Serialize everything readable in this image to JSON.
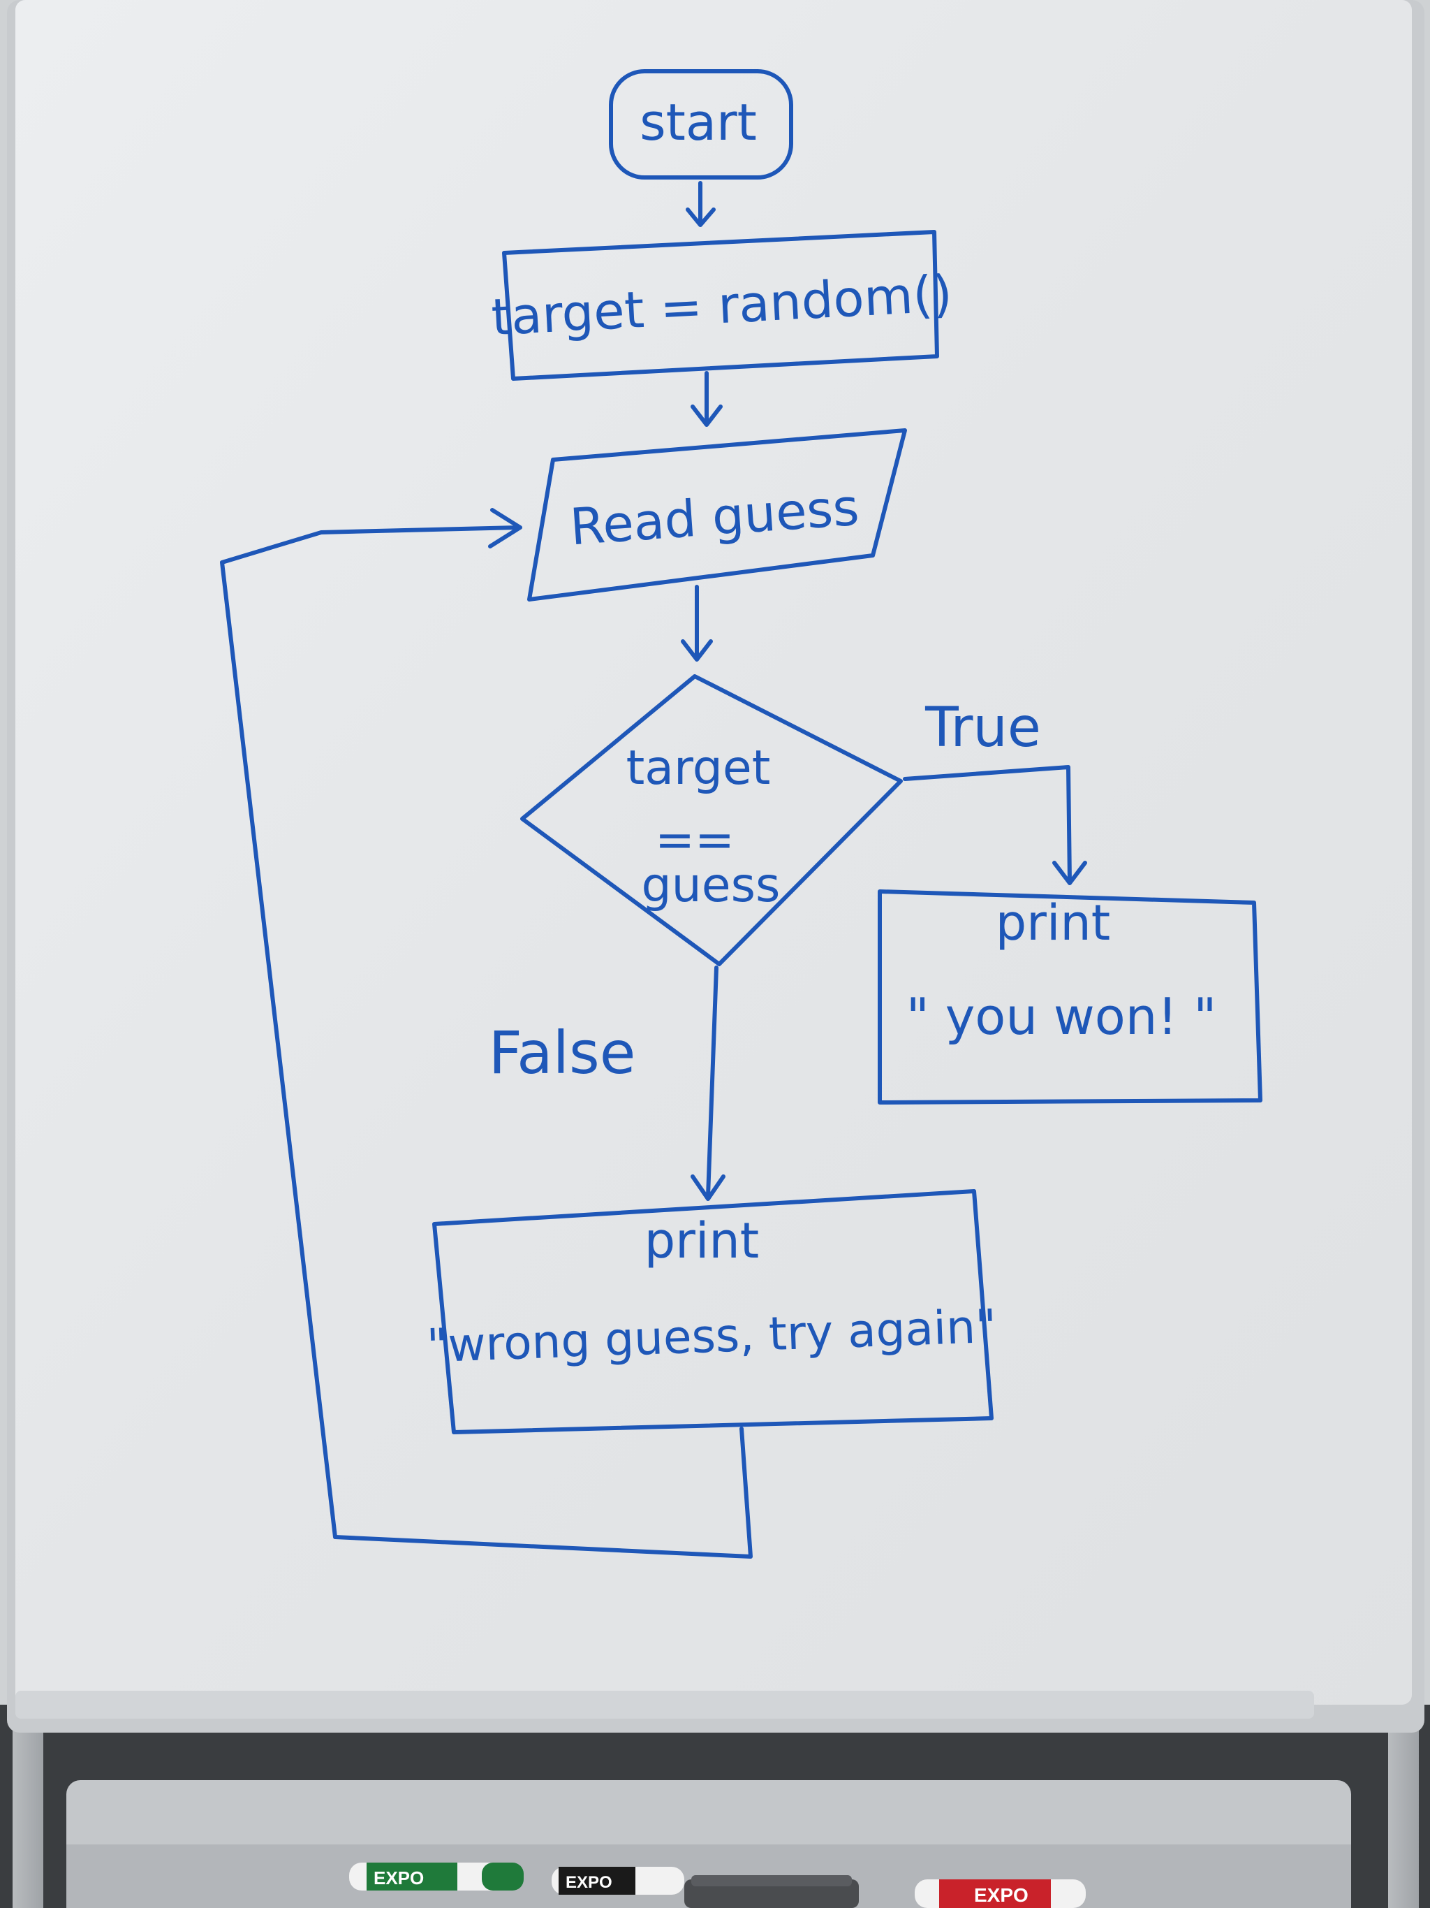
{
  "ink_color": "#1e57b8",
  "board_color": "#e6e8ea",
  "nodes": {
    "start": "start",
    "init": "target = random()",
    "read": "Read guess",
    "decision": [
      "target",
      "==",
      "guess"
    ],
    "won": [
      "print",
      "\" you won! \""
    ],
    "wrong": [
      "print",
      "\"wrong guess, try again\""
    ]
  },
  "edges": {
    "true_label": "True",
    "false_label": "False"
  },
  "markers": [
    {
      "brand": "EXPO",
      "color": "#1f7a3a"
    },
    {
      "brand": "EXPO",
      "color": "#1a1a1a"
    },
    {
      "brand": "EXPO",
      "color": "#c9222a"
    }
  ]
}
